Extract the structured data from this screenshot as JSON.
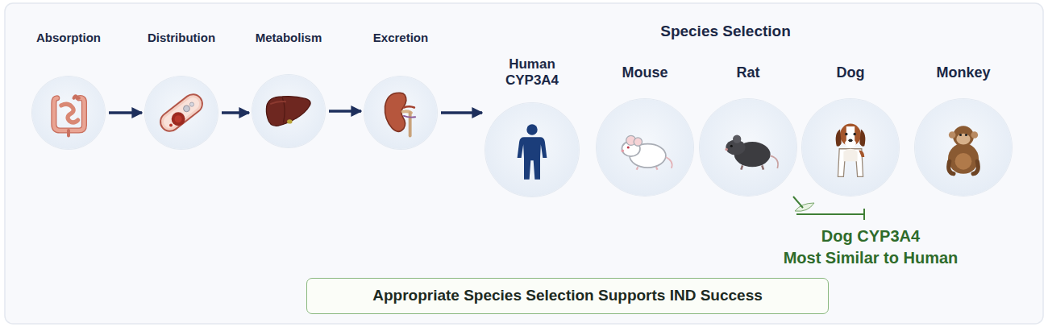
{
  "diagram": {
    "nodes": [
      {
        "text": [
          "Absorption"
        ]
      },
      {
        "text": [
          "Distribution"
        ]
      },
      {
        "text": [
          "Metabolism"
        ]
      },
      {
        "text": [
          "Excretion"
        ]
      },
      {
        "text": [
          "Human CYP3A4"
        ]
      },
      {
        "text": [
          "Mouse"
        ]
      },
      {
        "text": [
          "Rat"
        ]
      },
      {
        "text": [
          "Dog"
        ]
      },
      {
        "text": [
          "Monkey"
        ]
      },
      {
        "text": [
          "Appropriate Species Selection Supports IND Success"
        ]
      }
    ],
    "edges": [
      {
        "from": 0,
        "to": 1,
        "arrow": "to"
      },
      {
        "from": 1,
        "to": 2,
        "arrow": "to"
      },
      {
        "from": 2,
        "to": 3,
        "arrow": "to"
      },
      {
        "from": 3,
        "to": 4,
        "arrow": "to"
      }
    ],
    "labels": [
      "Species Selection",
      "Dog CYP3A4 Most Similar to Human"
    ]
  }
}
